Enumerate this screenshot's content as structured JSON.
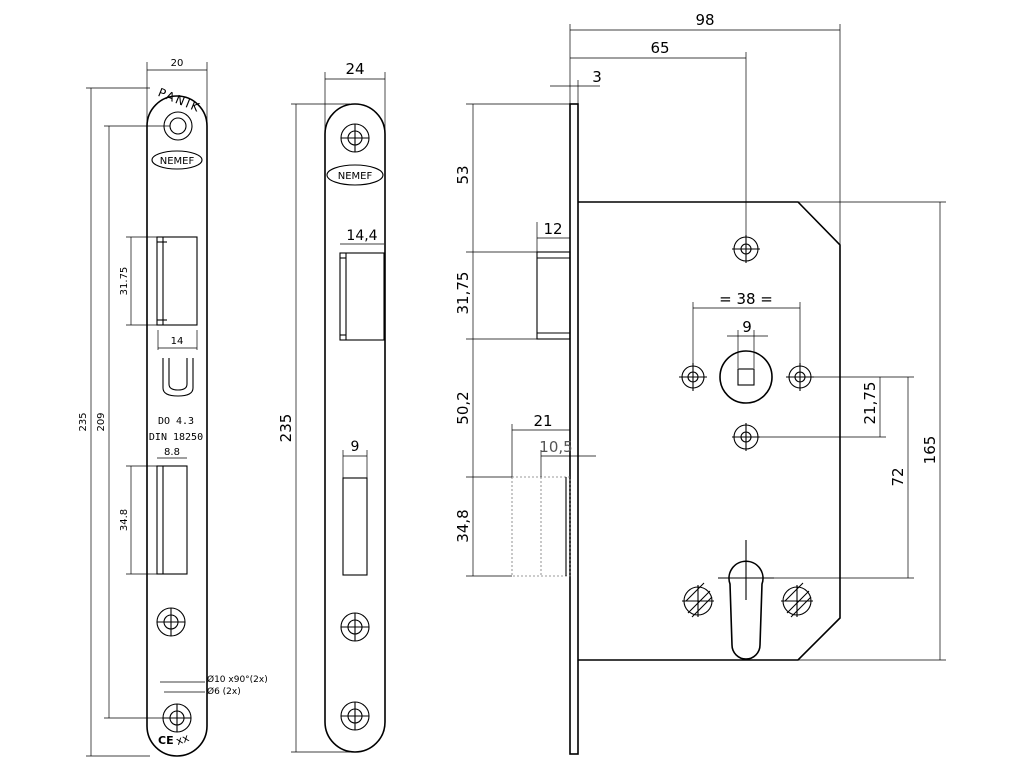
{
  "view1": {
    "width": "20",
    "height_total": "235",
    "height_holes": "209",
    "latch_height": "31.75",
    "latch_width": "14",
    "bolt_width": "8.8",
    "bolt_height": "34.8",
    "panik": "PANIK",
    "brand": "NEMEF",
    "model": "DO 4.3",
    "standard": "DIN 18250",
    "hole_note_1": "Ø10 x90°(2x)",
    "hole_note_2": "Ø6 (2x)",
    "ce_mark": "CE",
    "xx_mark": "xx"
  },
  "view2": {
    "width": "24",
    "height_total": "235",
    "latch_width": "14,4",
    "bolt_width": "9",
    "brand": "NEMEF"
  },
  "view3": {
    "overall": "98",
    "backset": "65",
    "plate": "3",
    "top": "53",
    "latch_proj": "12",
    "latch_height": "31,75",
    "gap": "50,2",
    "bolt_proj_full": "21",
    "bolt_proj_half": "10,5",
    "bolt_height": "34,8",
    "hole_spacing": "= 38 =",
    "spindle": "9",
    "spindle_offset": "21,75",
    "center_distance": "72",
    "case_height": "165"
  }
}
